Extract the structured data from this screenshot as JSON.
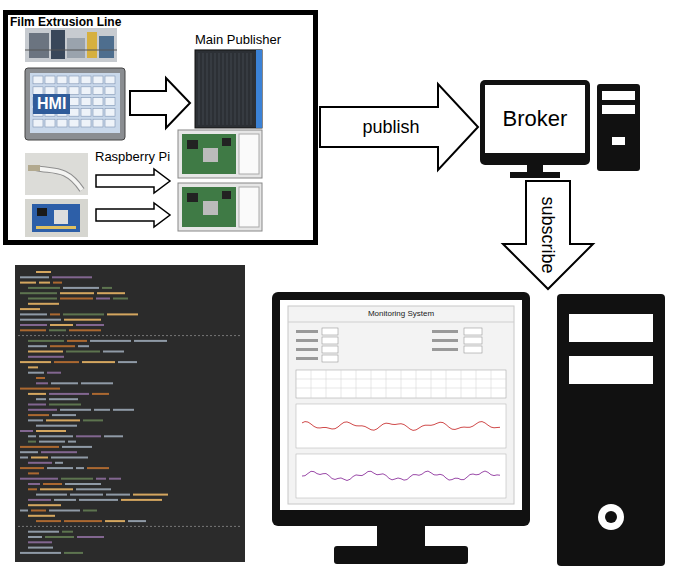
{
  "diagram": {
    "nodes": [
      {
        "text": [
          "Film Extrusion Line"
        ]
      },
      {
        "text": [
          "HMI"
        ],
        "in": 0
      },
      {
        "text": [
          "Main Publisher"
        ],
        "in": 0
      },
      {
        "text": [
          "Broker"
        ]
      },
      {
        "text": [
          "Monitoring System"
        ]
      }
    ],
    "edges": [
      {
        "from": 1,
        "to": 2,
        "arrow": "to"
      },
      {
        "from": 0,
        "to": 3,
        "label": "publish",
        "arrow": "to"
      },
      {
        "from": 3,
        "to": 4,
        "label": "subscribe",
        "arrow": "to"
      }
    ],
    "labels": [
      "Raspberry Pi"
    ]
  }
}
